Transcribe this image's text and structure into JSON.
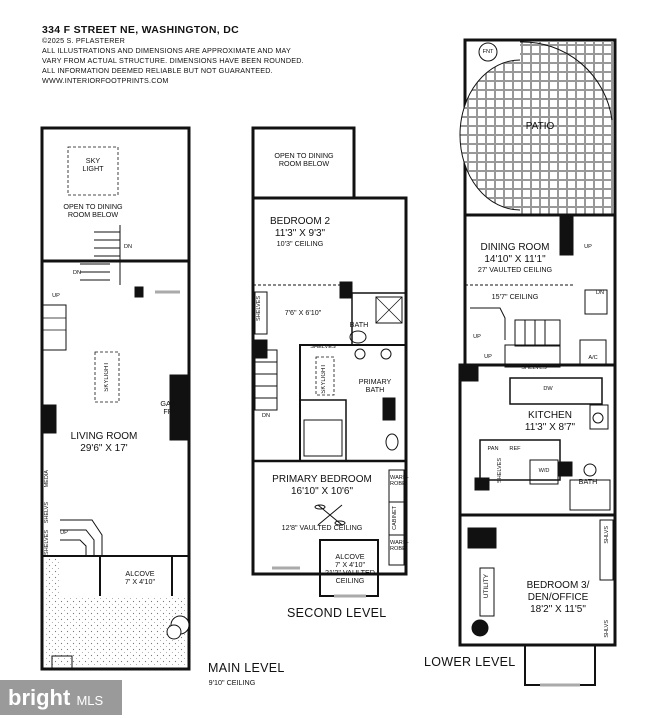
{
  "header": {
    "address": "334 F STREET NE, WASHINGTON, DC",
    "copyright": "©2025 S. PFLASTERER",
    "disclaimer1": "ALL ILLUSTRATIONS AND DIMENSIONS ARE APPROXIMATE AND MAY",
    "disclaimer2": "VARY FROM ACTUAL STRUCTURE. DIMENSIONS HAVE BEEN ROUNDED.",
    "disclaimer3": "ALL INFORMATION DEEMED RELIABLE BUT NOT GUARANTEED.",
    "website": "WWW.INTERIORFOOTPRINTS.COM"
  },
  "main_level": {
    "title": "MAIN LEVEL",
    "ceiling": "9'10\" CEILING",
    "skylight_top": "SKY LIGHT",
    "open_to_dining": "OPEN TO DINING ROOM BELOW",
    "dn1": "DN",
    "dn2": "DN",
    "up1": "UP",
    "up2": "UP",
    "living_room": "LIVING ROOM",
    "living_room_dims": "29'6\" X 17'",
    "skylight": "SKYLIGHT",
    "gas_fp": "GAS FP",
    "media": "MEDIA",
    "shelves1": "SHELVS",
    "shelves2": "SHELVES",
    "alcove": "ALCOVE",
    "alcove_dims": "7' X 4'10\""
  },
  "second_level": {
    "title": "SECOND LEVEL",
    "open_to_dining": "OPEN TO DINING ROOM BELOW",
    "bedroom2": "BEDROOM 2",
    "bedroom2_dims": "11'3\" X 9'3\"",
    "bedroom2_ceiling": "10'3\" CEILING",
    "hall_dims": "7'6\" X 6'10\"",
    "shelves": "SHELVES",
    "shelves2": "SHELVES",
    "bath": "BATH",
    "skylight": "SKYLIGHT",
    "primary_bath": "PRIMARY BATH",
    "dn": "DN",
    "primary_bedroom": "PRIMARY BEDROOM",
    "primary_bedroom_dims": "16'10\" X 10'6\"",
    "primary_ceiling": "12'8\" VAULTED CEILING",
    "wardrobe1": "WARD-ROBE",
    "cabinet": "CABINET",
    "wardrobe2": "WARD-ROBE",
    "alcove": "ALCOVE",
    "alcove_dims": "7' X 4'10\"",
    "alcove_ceiling": "21'2\" VAULTED CEILING"
  },
  "lower_level": {
    "title": "LOWER LEVEL",
    "fnt": "FNT",
    "patio": "PATIO",
    "dining_room": "DINING ROOM",
    "dining_room_dims": "14'10\" X 11'1\"",
    "dining_ceiling": "27' VAULTED CEILING",
    "dining_ceiling2": "15'7\" CEILING",
    "up1": "UP",
    "up2": "UP",
    "up3": "UP",
    "dn": "DN",
    "shelves": "SHELVES",
    "ac": "A/C",
    "dw": "DW",
    "kitchen": "KITCHEN",
    "kitchen_dims": "11'3\" X 8'7\"",
    "pan": "PAN",
    "ref": "REF",
    "wd": "W/D",
    "shelves2": "SHELVES",
    "bath": "BATH",
    "utility": "UTILITY",
    "bedroom3": "BEDROOM 3/",
    "bedroom3_b": "DEN/OFFICE",
    "bedroom3_dims": "18'2\" X 11'5\"",
    "shlvs1": "SHLVS",
    "shlvs2": "SHLVS"
  },
  "watermark": {
    "brand": "bright",
    "suffix": "MLS"
  }
}
